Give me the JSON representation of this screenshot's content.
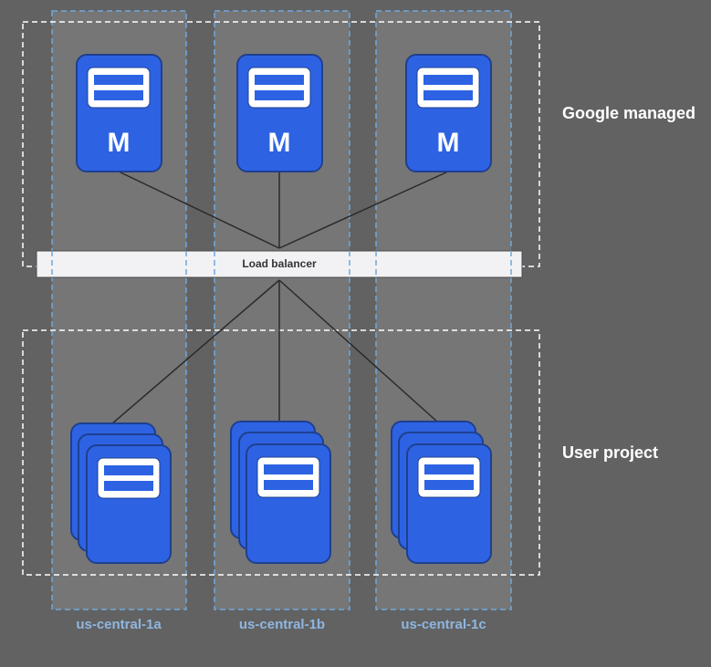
{
  "regions": {
    "google_managed": "Google managed",
    "user_project": "User project"
  },
  "load_balancer": {
    "label": "Load balancer"
  },
  "zones": [
    "us-central-1a",
    "us-central-1b",
    "us-central-1c"
  ],
  "master_nodes": [
    {
      "label": "M",
      "icon": "server-icon"
    },
    {
      "label": "M",
      "icon": "server-icon"
    },
    {
      "label": "M",
      "icon": "server-icon"
    }
  ],
  "worker_node_groups": [
    {
      "icon": "server-stack-icon"
    },
    {
      "icon": "server-stack-icon"
    },
    {
      "icon": "server-stack-icon"
    }
  ],
  "colors": {
    "background": "#626262",
    "zone_fill": "#767676",
    "zone_border": "#6fa8dc",
    "node_fill": "#2d63e3",
    "node_border": "#1f3f8f",
    "load_balancer_fill": "#f2f2f4"
  }
}
